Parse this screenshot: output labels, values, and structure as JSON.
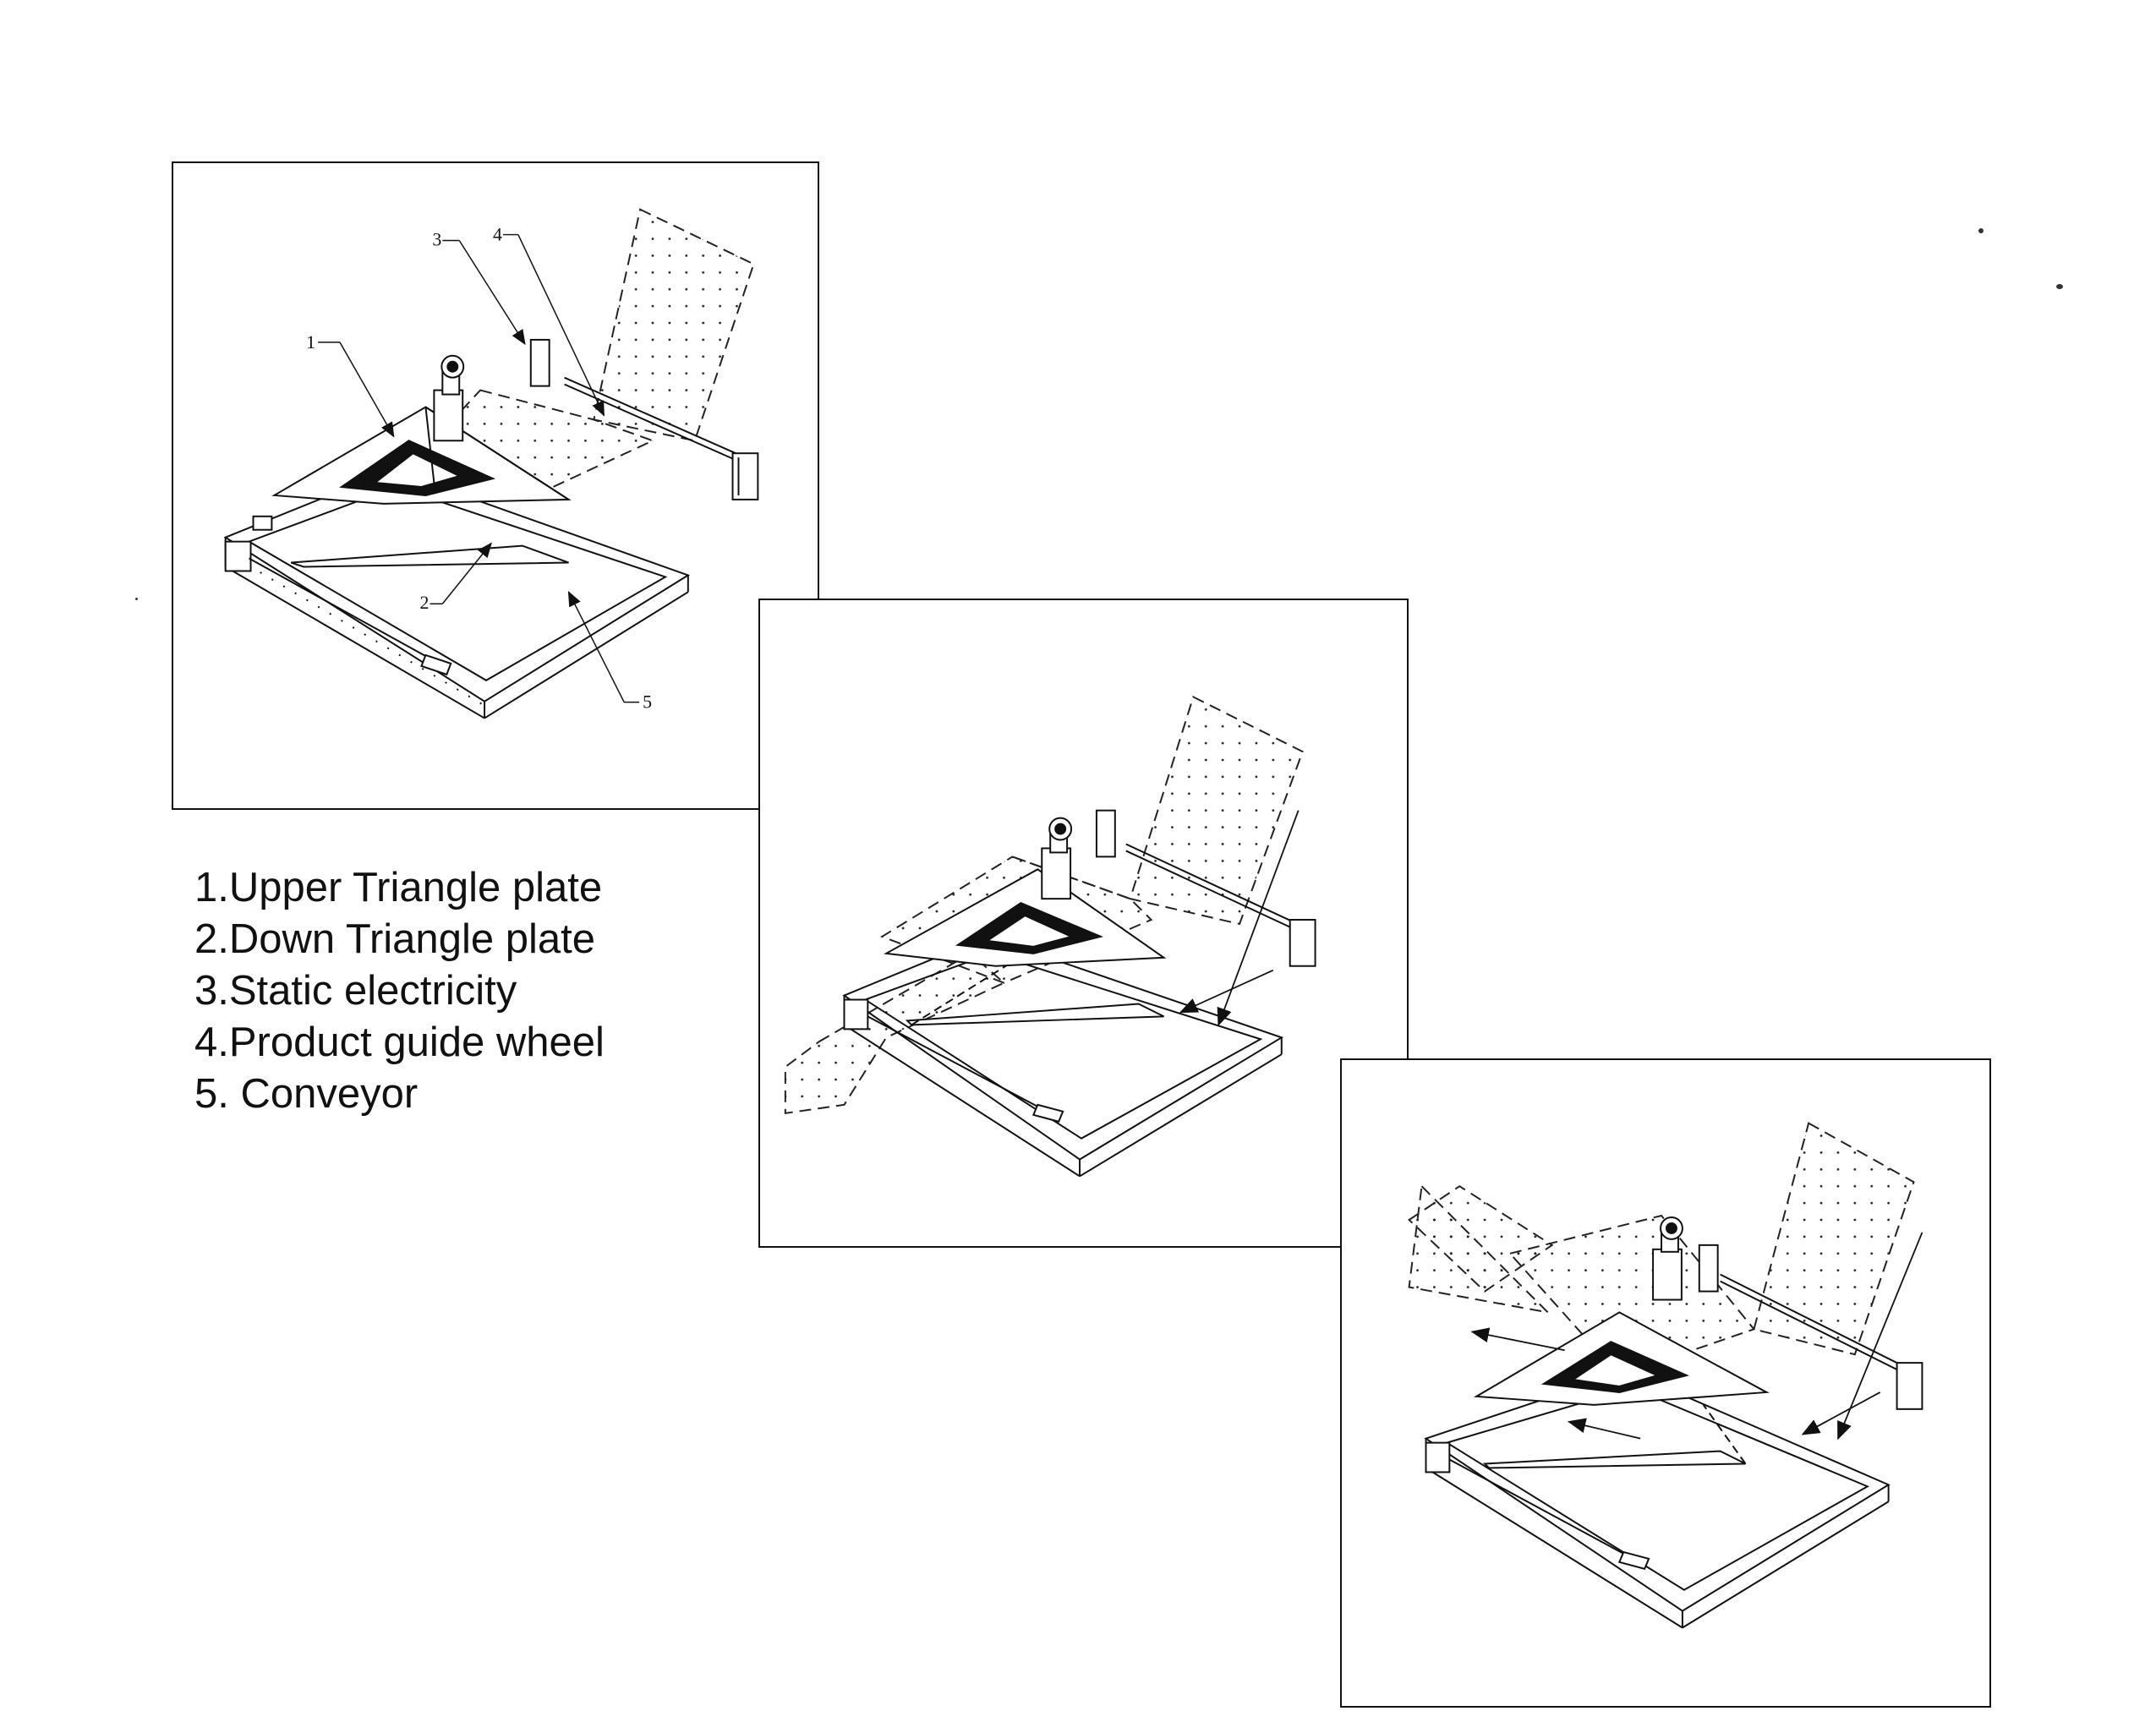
{
  "legend": {
    "items": [
      "1.Upper Triangle plate",
      "2.Down Triangle plate",
      "3.Static electricity",
      "4.Product guide wheel",
      "5. Conveyor"
    ]
  },
  "callouts": {
    "c1": "1",
    "c2": "2",
    "c3": "3",
    "c4": "4",
    "c5": "5"
  }
}
